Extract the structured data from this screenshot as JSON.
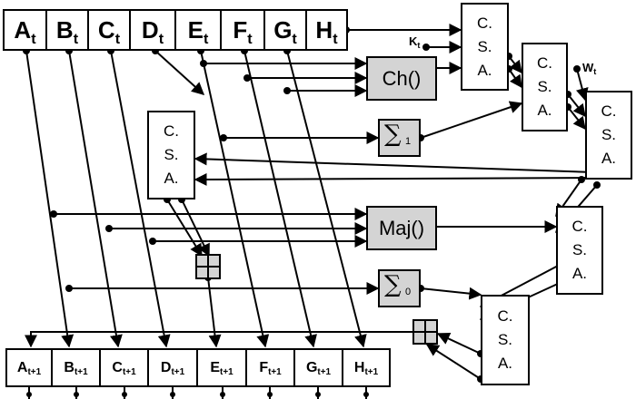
{
  "registers_top": [
    {
      "letter": "A",
      "sub": "t"
    },
    {
      "letter": "B",
      "sub": "t"
    },
    {
      "letter": "C",
      "sub": "t"
    },
    {
      "letter": "D",
      "sub": "t"
    },
    {
      "letter": "E",
      "sub": "t"
    },
    {
      "letter": "F",
      "sub": "t"
    },
    {
      "letter": "G",
      "sub": "t"
    },
    {
      "letter": "H",
      "sub": "t"
    }
  ],
  "registers_bottom": [
    {
      "letter": "A",
      "sub": "t+1"
    },
    {
      "letter": "B",
      "sub": "t+1"
    },
    {
      "letter": "C",
      "sub": "t+1"
    },
    {
      "letter": "D",
      "sub": "t+1"
    },
    {
      "letter": "E",
      "sub": "t+1"
    },
    {
      "letter": "F",
      "sub": "t+1"
    },
    {
      "letter": "G",
      "sub": "t+1"
    },
    {
      "letter": "H",
      "sub": "t+1"
    }
  ],
  "csa_label": [
    "C.",
    "S.",
    "A."
  ],
  "functions": {
    "ch": "Ch()",
    "maj": "Maj()"
  },
  "sigmas": {
    "symbol": "∑",
    "sigma1_index": "1",
    "sigma0_index": "0"
  },
  "inputs": {
    "k": "K",
    "k_sub": "t",
    "w": "W",
    "w_sub": "t"
  },
  "colors": {
    "line": "#000000",
    "function_fill": "#d4d4d4",
    "box_fill": "#ffffff"
  }
}
